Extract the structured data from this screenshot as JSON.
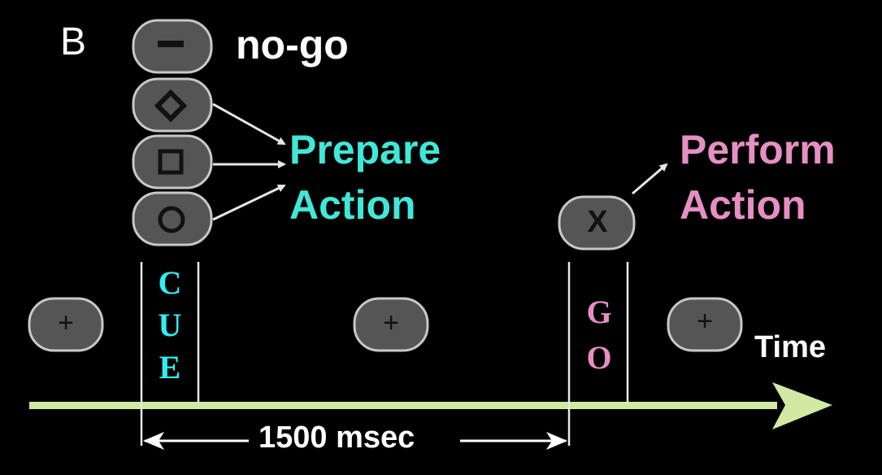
{
  "panel_label": "B",
  "nogo_label": "no-go",
  "prepare": {
    "line1": "Prepare",
    "line2": "Action"
  },
  "perform": {
    "line1": "Perform",
    "line2": "Action"
  },
  "time_label": "Time",
  "cue_letters": [
    "C",
    "U",
    "E"
  ],
  "go_letters": [
    "G",
    "O"
  ],
  "duration_label": "1500 msec",
  "go_stimulus_symbol": "X",
  "fixation_symbol": "+",
  "cue_stimuli": [
    "minus-icon",
    "diamond-icon",
    "square-icon",
    "circle-icon"
  ],
  "colors": {
    "background": "#000000",
    "prepare_text": "#40e8d8",
    "perform_text": "#e58fc4",
    "cue_letters": "#30f0f0",
    "go_letters": "#e58fc4",
    "timeline": "#d2e9a4",
    "pill_fill": "#555555",
    "pill_border": "#c8c8c8"
  }
}
